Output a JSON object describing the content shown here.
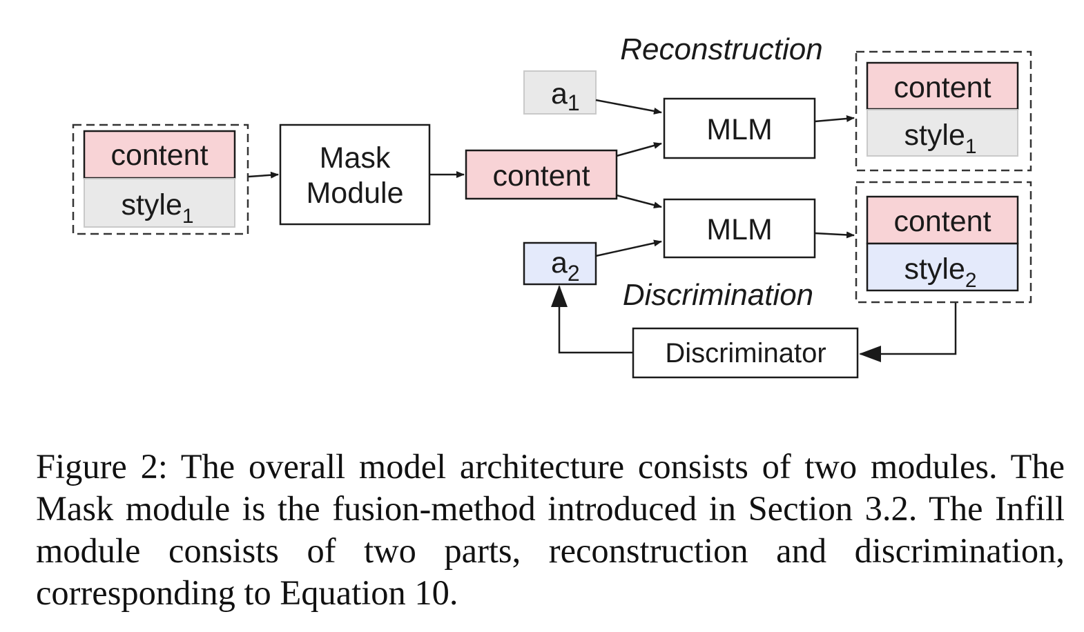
{
  "figure": {
    "left_group": {
      "content_label": "content",
      "style_label": "style",
      "style_sub": "1"
    },
    "mask_module": {
      "line1": "Mask",
      "line2": "Module"
    },
    "center_content": "content",
    "a1": {
      "base": "a",
      "sub": "1"
    },
    "a2": {
      "base": "a",
      "sub": "2"
    },
    "mlm_top": "MLM",
    "mlm_bottom": "MLM",
    "reconstruction_label": "Reconstruction",
    "discrimination_label": "Discrimination",
    "out_top": {
      "content_label": "content",
      "style_label": "style",
      "style_sub": "1"
    },
    "out_bottom": {
      "content_label": "content",
      "style_label": "style",
      "style_sub": "2"
    },
    "discriminator": "Discriminator",
    "colors": {
      "content": "#f8d3d6",
      "style1": "#e9e9e9",
      "style2": "#e4eafb"
    }
  },
  "caption": "Figure 2: The overall model architecture consists of two modules. The Mask module is the fusion-method introduced in Section 3.2. The Infill module consists of two parts, reconstruction and discrimination, corresponding to Equation 10."
}
